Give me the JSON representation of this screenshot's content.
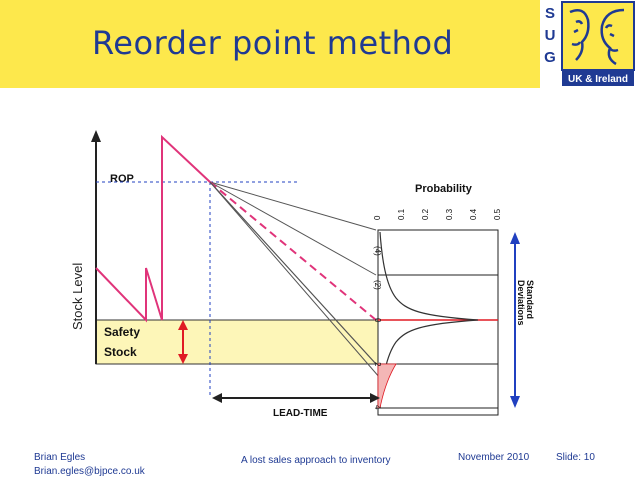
{
  "slide": {
    "title": "Reorder point method",
    "logo": {
      "letters": [
        "S",
        "U",
        "G"
      ],
      "subtitle": "UK & Ireland",
      "colors": {
        "blue": "#1f3a93",
        "yellow": "#fde84c"
      }
    }
  },
  "diagram": {
    "rop_label": "ROP",
    "y_axis_label": "Stock Level",
    "safety_label": "Safety",
    "stock_label": "Stock",
    "lead_time_label": "LEAD-TIME",
    "probability_label": "Probability",
    "probability_ticks": [
      "0",
      "0.1",
      "0.2",
      "0.3",
      "0.4",
      "0.5"
    ],
    "sd_labels": [
      "(4)",
      "(2)",
      "0",
      "2",
      "4"
    ],
    "sd_axis_label_line1": "Standard",
    "sd_axis_label_line2": "Deviations",
    "colors": {
      "safety_fill": "#fdf6b8",
      "accent_red": "#e01b24",
      "dashed_magenta": "#e0347a",
      "axis_blue": "#2040c0"
    }
  },
  "footer": {
    "author": "Brian Egles",
    "email": "Brian.egles@bjpce.co.uk",
    "topic": "A lost sales approach to inventory",
    "date": "November 2010",
    "slide_number": "Slide: 10"
  }
}
